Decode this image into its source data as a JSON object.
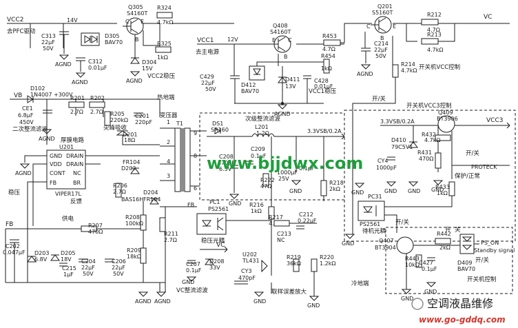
{
  "nets": {
    "vcc2": "VCC2",
    "vcc1": "VCC1",
    "vc_top": "VC",
    "vc_mid": "VC",
    "vcc3": "VCC3",
    "vb": "VB",
    "v300": "+300V",
    "v14": "14V",
    "v12": "12V",
    "fb": "FB",
    "v33": "3.3VSB/0.2A",
    "v33b": "3.3VSB/0.2A",
    "agnd": "AGND",
    "gnd": "GND",
    "protect": "PROTECK",
    "ps_on": "PS_ON",
    "standby_signal": "Standby signal"
  },
  "labels_cn": {
    "to_pfc": "去PFC驱动",
    "to_main": "去主电源",
    "vcc2_reg": "VCC2稳压",
    "vcc1_reg": "VCC1稳压",
    "vcc_ctrl": "开关机VCC控制",
    "hot": "热地端",
    "cold": "冷地端",
    "rect2": "二次整流滤波",
    "spike": "尖峰吸收",
    "thick": "厚膜电路",
    "xfmr": "变压器",
    "rect_sec": "次级整流滤波",
    "regulate": "稳压",
    "feedback": "反馈",
    "supply": "供电",
    "vc_rect": "VC整流滤波",
    "opto_reg": "稳压光耦",
    "sample": "取样误差放大",
    "standby_opto": "待机光耦",
    "vcc3_ctrl": "开关机VCC3控制",
    "on_off": "开/关",
    "protect_ctrl": "保护/正常",
    "switch_ctrl": "开关机控制",
    "on": "开",
    "off": "关"
  },
  "components": {
    "q305": "Q305",
    "q305v": "S4160T",
    "q408": "Q408",
    "q408v": "S4160T",
    "q201": "Q201",
    "q201v": "S5160T",
    "q409": "Q409",
    "q409v": "BT3906",
    "q407": "Q407",
    "q407v": "BT3904",
    "r324": "R324",
    "r324v": "4.7kΩ",
    "r325": "R325",
    "r325v": "1kΩ",
    "r453": "R453",
    "r453v": "4.7Ω",
    "r454": "R454",
    "r454v": "1kΩ",
    "r212": "R212",
    "r212v": "4.7Ω",
    "r213": "R213",
    "r213v": "4.7kΩ",
    "r214": "R214",
    "r214v": "4.7kΩ",
    "r201": "R201",
    "r201v": "2.7Ω",
    "r202": "R202",
    "r202v": "2.7Ω",
    "r205": "R205",
    "r205v": "220kΩ",
    "r206": "R206",
    "r206v": "2.7Ω",
    "r207": "R207",
    "r207v": "470Ω",
    "r208": "R208",
    "r208v": "100kΩ",
    "r209": "R209",
    "r209v": "18kΩ",
    "r211": "R211",
    "r211v": "2.7Ω",
    "r216": "R216",
    "r216v": "1kΩ",
    "r217": "R217",
    "r217v": "4.7kΩ",
    "r218": "R218",
    "r218v": "2kΩ",
    "r219": "R219",
    "r219v": "36kΩ",
    "r220": "R220",
    "r220v": "1.2kΩ",
    "r222": "R222",
    "r222v": "47Ω",
    "r431": "R431",
    "r431v": "470Ω",
    "r432": "R432",
    "r432v": "4.7kΩ",
    "r433": "R433",
    "r433v": "1kΩ",
    "r442": "R442",
    "r442v": "2kΩ",
    "r443": "R443",
    "r443v": "10kΩ",
    "c313": "C313",
    "c313v": "22μF",
    "c313v2": "50V",
    "c312": "C312",
    "c312v": "0.01μF",
    "c429": "C429",
    "c429v": "22μF",
    "c429v2": "50V",
    "c428": "C428",
    "c428v": "0.01μF",
    "c214": "C214",
    "c214v": "22μF",
    "c214v2": "50V",
    "ce1": "CE1",
    "ce1v": "6.8μF",
    "ce1v2": "450V",
    "c201": "C201",
    "c201v": "220pF",
    "c202": "C202",
    "c202v": "0.047μF",
    "c204": "C204",
    "c204v": "22μF",
    "c204v2": "50V",
    "c206": "C206",
    "c206v": "22μF",
    "c206v2": "50V",
    "c215": "C215",
    "c215v": "1μF",
    "c207": "C207",
    "c207v": "0.1μF",
    "c208": "C208",
    "c208v": "470μF",
    "c208v2": "6.3V",
    "c209": "C209",
    "c209v": "0.1μF",
    "c210v": "1000μF",
    "c210v2": "25V",
    "c211v": "0.1μF",
    "c212": "C212",
    "c212v": "0.22μF",
    "c213": "C213",
    "c213v": "NC",
    "cy3": "CY3",
    "cy3v": "470pF",
    "cy4": "CY4",
    "cy4v": "1000pF",
    "c427": "C427",
    "c427v": "0.1μF",
    "d305": "D305",
    "d305v": "BAV70",
    "d304": "D304",
    "d304v": "15V",
    "d412": "D412",
    "d412v": "BAV70",
    "d411": "D411",
    "d411v": "13V",
    "d102": "D102",
    "d102v": "1N4007",
    "d201": "D201",
    "d201v": "18Ω",
    "d202": "D202",
    "d202v": "BAS16H",
    "d203": "D203",
    "d203v": "6.8V",
    "d204": "D204",
    "d204v": "FR104",
    "d205": "D205",
    "d205v": "18V",
    "d208": "D208",
    "d208v": "33V",
    "d410": "D410",
    "d410v": "79C5V1",
    "d409": "D409",
    "d409v": "BAV70",
    "ds1": "DS1",
    "ds1v": "SR160",
    "l201": "L201",
    "l201v": "1.2Ω",
    "fr104": "FR104",
    "t1": "T1",
    "u201": "U201",
    "u201v": "VIPER17L",
    "u202": "U202",
    "u202v": "TL431",
    "pc1": "PC1",
    "pc1v": "PS2561",
    "pc31": "PC31",
    "pc31v": "PS2561",
    "pins": {
      "gnd": "GND",
      "vdd": "VDD",
      "drain": "DRAIN",
      "cont": "CONT",
      "nc": "NC",
      "fb": "FB",
      "br": "BR"
    }
  },
  "watermark": "www.bjjdwx.com",
  "logo": {
    "title": "空调液晶维修",
    "url": "www.go-gddq.com"
  },
  "colors": {
    "ink": "#1a1a1a",
    "watermark": "#1f9e3c",
    "logo_url": "#d4362c"
  }
}
